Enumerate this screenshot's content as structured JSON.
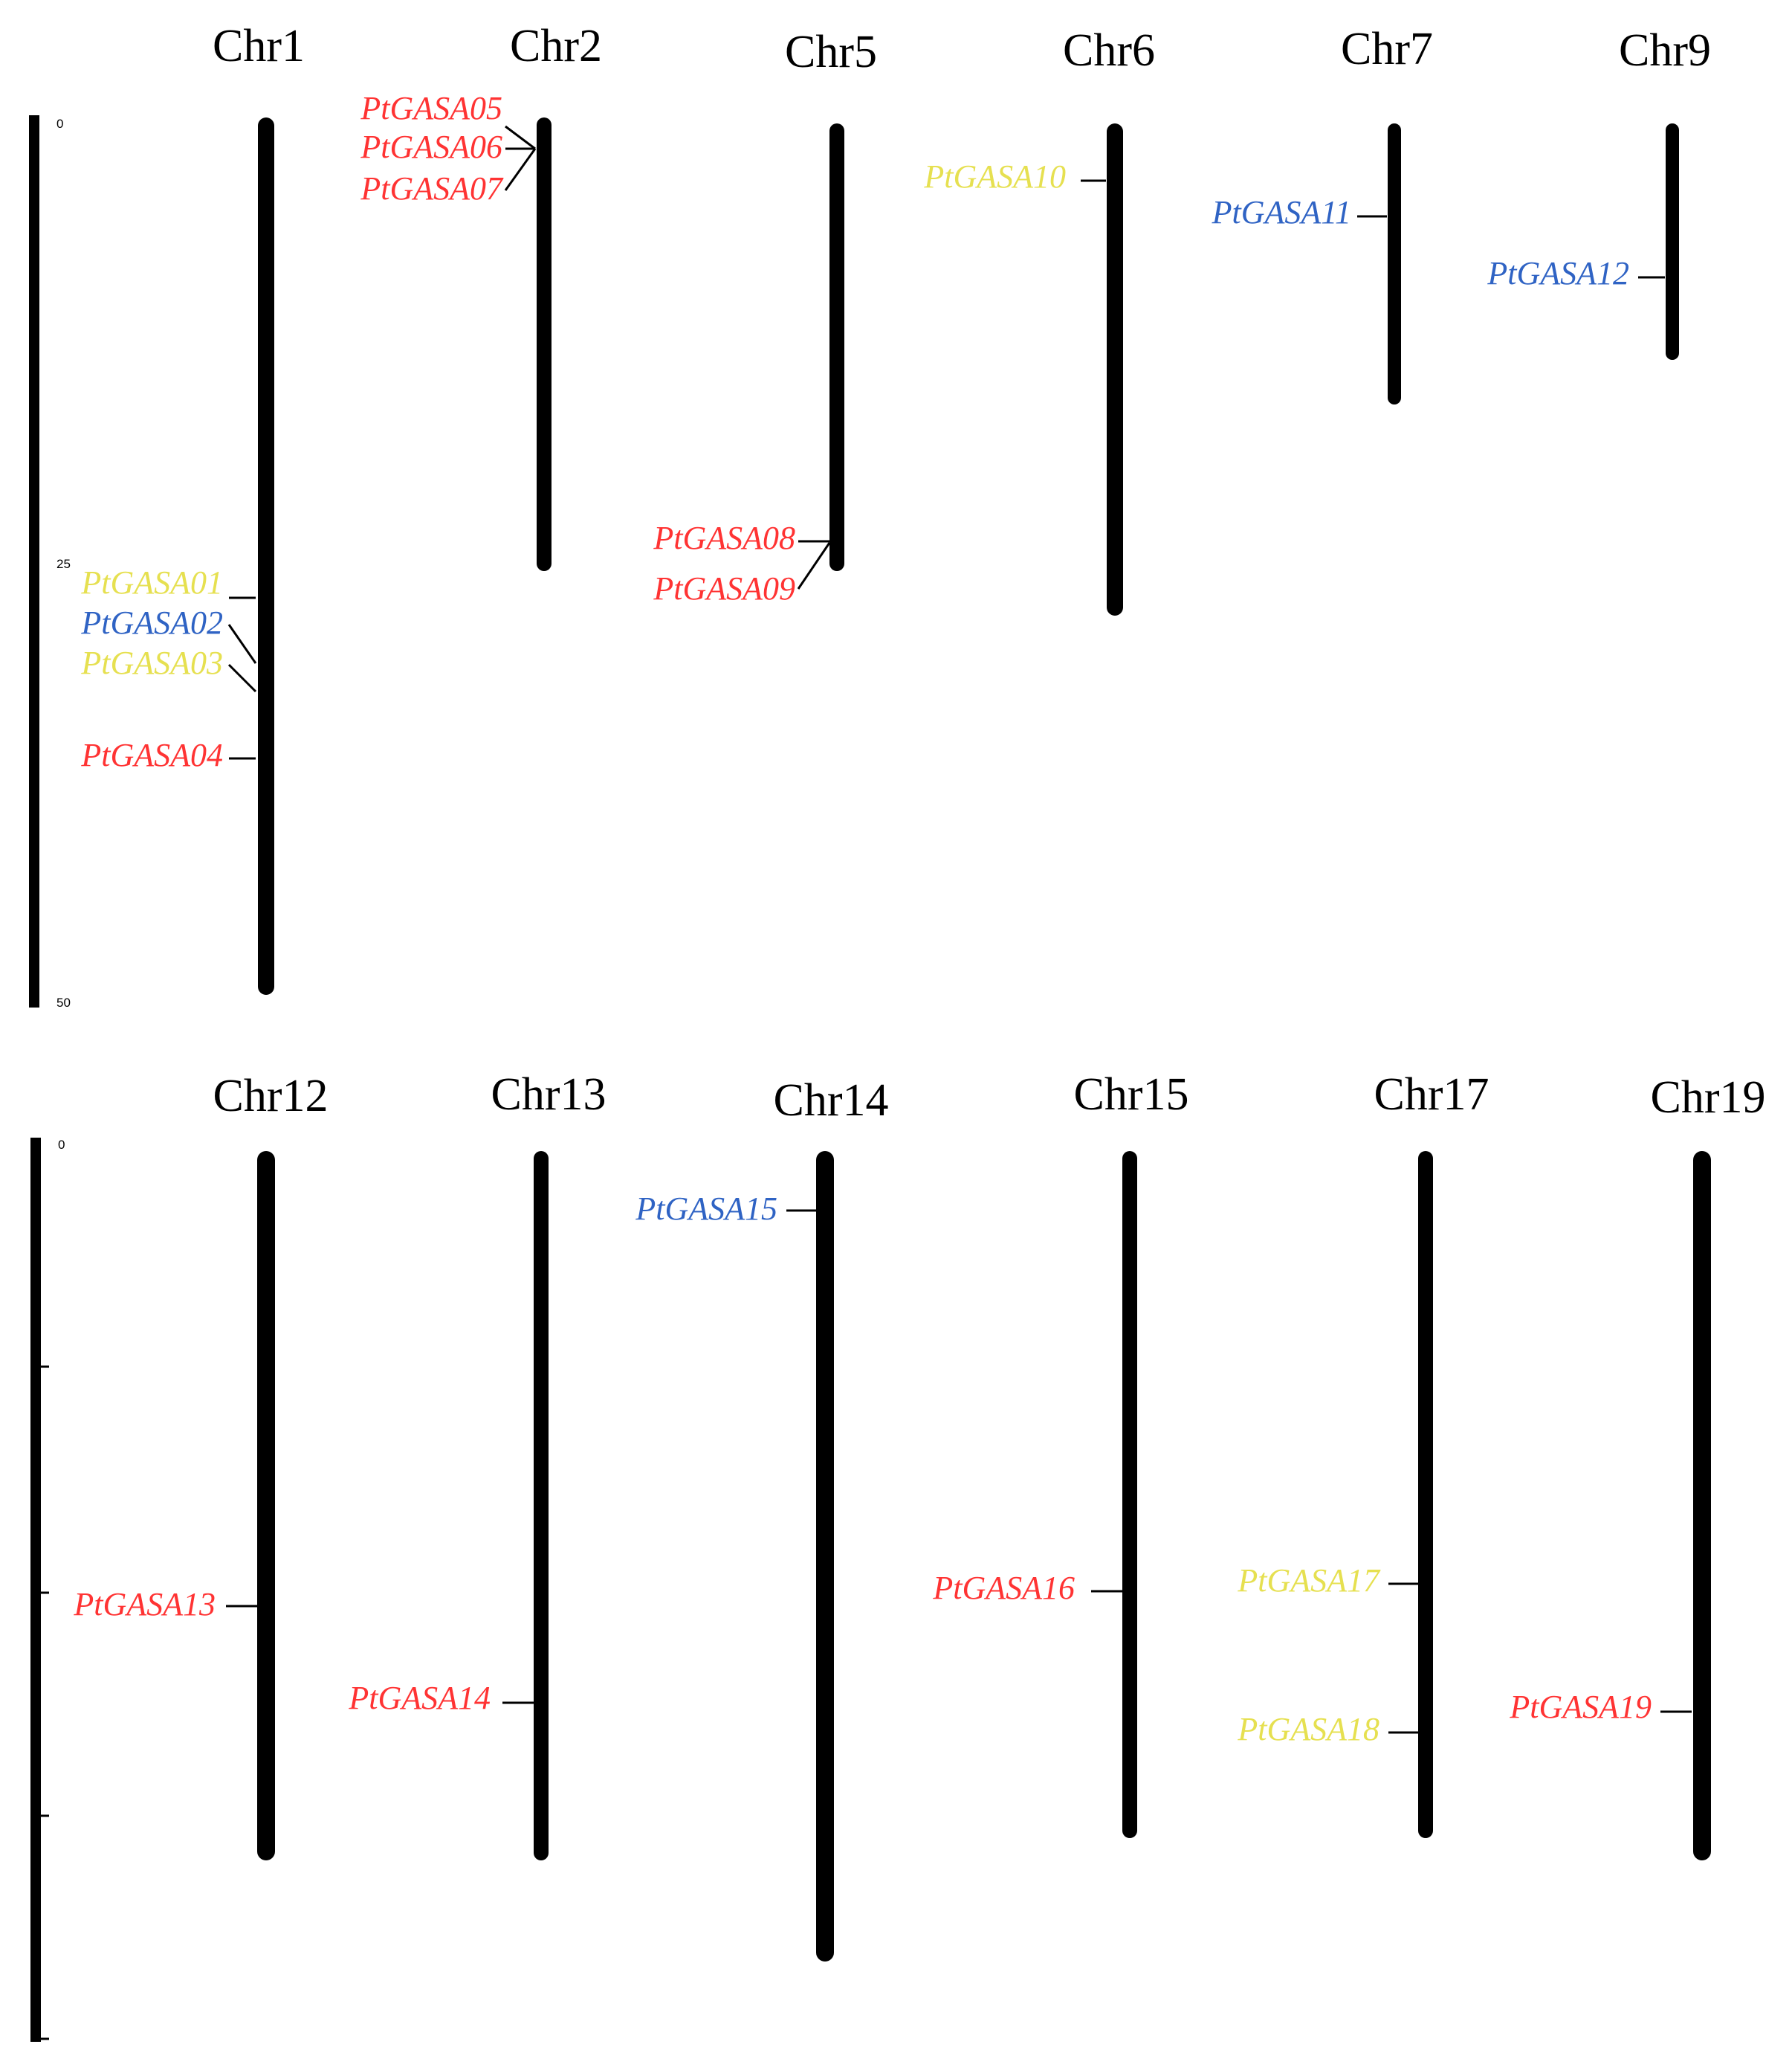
{
  "colors": {
    "red": "#ff3333",
    "blue": "#2f63c4",
    "yellow": "#e6e050",
    "black": "#000000"
  },
  "panels": [
    {
      "scale_labels": [
        "0",
        "25",
        "50"
      ],
      "chromosomes": [
        {
          "name": "Chr1",
          "genes": [
            {
              "id": "PtGASA01",
              "color": "yellow"
            },
            {
              "id": "PtGASA02",
              "color": "blue"
            },
            {
              "id": "PtGASA03",
              "color": "yellow"
            },
            {
              "id": "PtGASA04",
              "color": "red"
            }
          ]
        },
        {
          "name": "Chr2",
          "genes": [
            {
              "id": "PtGASA05",
              "color": "red"
            },
            {
              "id": "PtGASA06",
              "color": "red"
            },
            {
              "id": "PtGASA07",
              "color": "red"
            }
          ]
        },
        {
          "name": "Chr5",
          "genes": [
            {
              "id": "PtGASA08",
              "color": "red"
            },
            {
              "id": "PtGASA09",
              "color": "red"
            }
          ]
        },
        {
          "name": "Chr6",
          "genes": [
            {
              "id": "PtGASA10",
              "color": "yellow"
            }
          ]
        },
        {
          "name": "Chr7",
          "genes": [
            {
              "id": "PtGASA11",
              "color": "blue"
            }
          ]
        },
        {
          "name": "Chr9",
          "genes": [
            {
              "id": "PtGASA12",
              "color": "blue"
            }
          ]
        }
      ]
    },
    {
      "scale_labels": [
        "0"
      ],
      "chromosomes": [
        {
          "name": "Chr12",
          "genes": [
            {
              "id": "PtGASA13",
              "color": "red"
            }
          ]
        },
        {
          "name": "Chr13",
          "genes": [
            {
              "id": "PtGASA14",
              "color": "red"
            }
          ]
        },
        {
          "name": "Chr14",
          "genes": [
            {
              "id": "PtGASA15",
              "color": "blue"
            }
          ]
        },
        {
          "name": "Chr15",
          "genes": [
            {
              "id": "PtGASA16",
              "color": "red"
            }
          ]
        },
        {
          "name": "Chr17",
          "genes": [
            {
              "id": "PtGASA17",
              "color": "yellow"
            },
            {
              "id": "PtGASA18",
              "color": "yellow"
            }
          ]
        },
        {
          "name": "Chr19",
          "genes": [
            {
              "id": "PtGASA19",
              "color": "red"
            }
          ]
        }
      ]
    }
  ]
}
